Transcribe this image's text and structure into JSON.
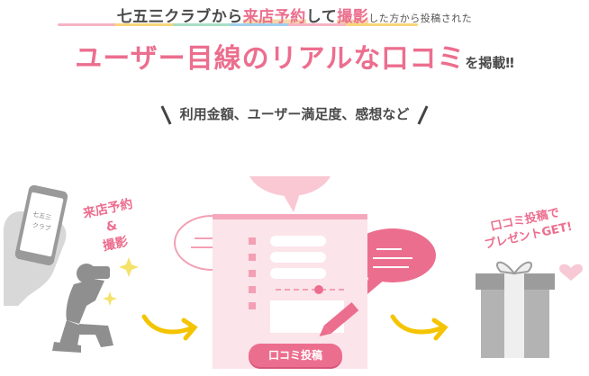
{
  "header": {
    "line1_a": "七五三クラブから",
    "line1_b": "来店予約",
    "line1_c": "して",
    "line1_d": "撮影",
    "line1_e": "した方から投稿された",
    "line2_main": "ユーザー目線のリアルな口コミ",
    "line2_suffix": "を掲載‼",
    "line3": "利用金額、ユーザー満足度、感想など"
  },
  "phone": {
    "screen_text": "七五三\nクラブ"
  },
  "step1": {
    "line1": "来店予約",
    "line2": "&",
    "line3": "撮影"
  },
  "step3": {
    "line1": "口コミ投稿で",
    "line2": "プレゼントGET!"
  },
  "form": {
    "field_placeholder": "□□□",
    "post_button": "口コミ投稿"
  },
  "colors": {
    "accent": "#ec6e8e",
    "accent_light": "#fbe4ea",
    "arrow": "#f5c400",
    "gray": "#9a9a9a"
  }
}
